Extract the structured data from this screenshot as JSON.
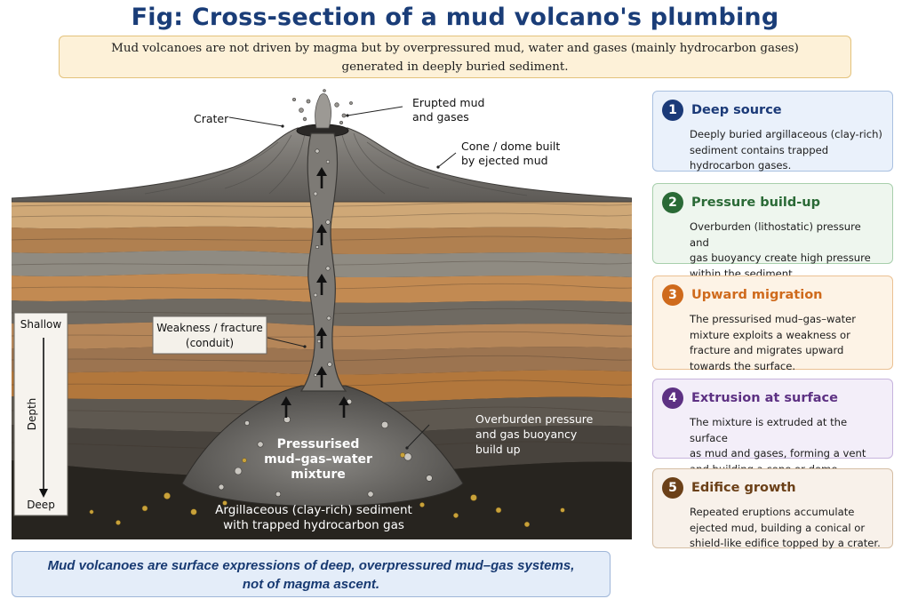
{
  "title": "Fig: Cross-section of a mud volcano's plumbing",
  "intro": {
    "line1": "Mud volcanoes are not driven by magma but by overpressured mud, water and gases (mainly hydrocarbon gases)",
    "line2": "generated in deeply buried sediment."
  },
  "labels": {
    "crater": "Crater",
    "erupted1": "Erupted mud",
    "erupted2": "and gases",
    "cone1": "Cone / dome built",
    "cone2": "by ejected mud",
    "weak1": "Weakness / fracture",
    "weak2": "(conduit)",
    "press1": "Pressurised",
    "press2": "mud–gas–water",
    "press3": "mixture",
    "over1": "Overburden pressure",
    "over2": "and gas buoyancy",
    "over3": "build up",
    "argil1": "Argillaceous (clay-rich) sediment",
    "argil2": "with trapped hydrocarbon gas"
  },
  "depth_axis": {
    "top": "Shallow",
    "label": "Depth",
    "bottom": "Deep"
  },
  "steps": [
    {
      "num": "1",
      "title": "Deep source",
      "lines": [
        "Deeply buried argillaceous (clay-rich)",
        "sediment contains trapped",
        "hydrocarbon gases."
      ],
      "color": "#1b3a78",
      "bg": "#eaf1fb",
      "border": "#a9c0e0"
    },
    {
      "num": "2",
      "title": "Pressure build-up",
      "lines": [
        "Overburden (lithostatic) pressure and",
        "gas buoyancy create high pressure",
        "within the sediment."
      ],
      "color": "#2a6a36",
      "bg": "#eef6ee",
      "border": "#a8cfac"
    },
    {
      "num": "3",
      "title": "Upward migration",
      "lines": [
        "The pressurised mud–gas–water",
        "mixture exploits a weakness or",
        "fracture and migrates upward",
        "towards the surface."
      ],
      "color": "#cf6a1c",
      "bg": "#fdf3e6",
      "border": "#ebc193"
    },
    {
      "num": "4",
      "title": "Extrusion at surface",
      "lines": [
        "The mixture is extruded at the surface",
        "as mud and gases, forming a vent",
        "and building a cone or dome."
      ],
      "color": "#5d3183",
      "bg": "#f3eef9",
      "border": "#c7b4dd"
    },
    {
      "num": "5",
      "title": "Edifice growth",
      "lines": [
        "Repeated eruptions accumulate",
        "ejected mud, building a conical or",
        "shield-like edifice topped by a crater."
      ],
      "color": "#6b4018",
      "bg": "#f8f1ea",
      "border": "#d5bea4"
    }
  ],
  "conclusion": {
    "line1": "Mud volcanoes are surface expressions of deep, overpressured mud–gas systems,",
    "line2": "not of magma ascent."
  }
}
